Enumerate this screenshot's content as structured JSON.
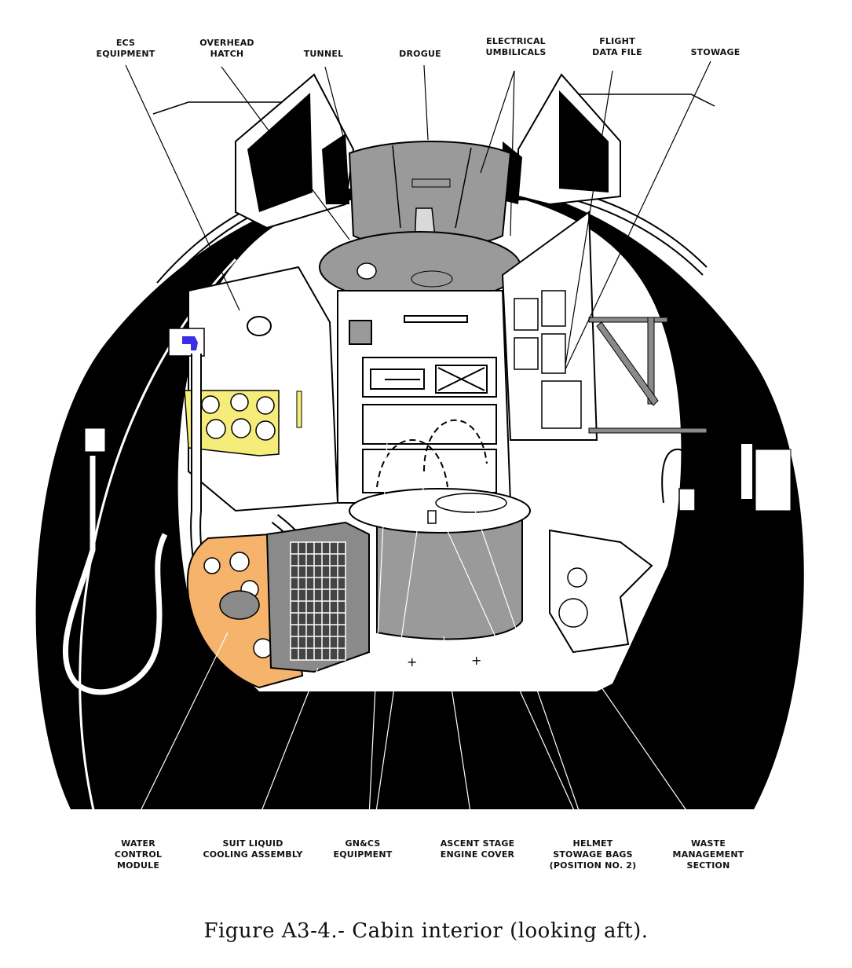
{
  "figure": {
    "caption": "Figure A3-4.- Cabin interior (looking aft).",
    "colors": {
      "background": "#ffffff",
      "ink": "#000000",
      "metal_gray": "#9a9a9a",
      "water_control_module": "#f5b36c",
      "highlight_panel": "#f5ec7a",
      "connector": "#3a2ee8"
    },
    "top_labels": [
      {
        "id": "ecs-equipment",
        "lines": [
          "ECS",
          "EQUIPMENT"
        ]
      },
      {
        "id": "overhead-hatch",
        "lines": [
          "OVERHEAD",
          "HATCH"
        ]
      },
      {
        "id": "tunnel",
        "lines": [
          "TUNNEL"
        ]
      },
      {
        "id": "drogue",
        "lines": [
          "DROGUE"
        ]
      },
      {
        "id": "electrical-umbilicals",
        "lines": [
          "ELECTRICAL",
          "UMBILICALS"
        ]
      },
      {
        "id": "flight-data-file",
        "lines": [
          "FLIGHT",
          "DATA FILE"
        ]
      },
      {
        "id": "stowage",
        "lines": [
          "STOWAGE"
        ]
      }
    ],
    "bottom_labels": [
      {
        "id": "water-control-module",
        "lines": [
          "WATER",
          "CONTROL",
          "MODULE"
        ]
      },
      {
        "id": "suit-liquid-cooling-assembly",
        "lines": [
          "SUIT LIQUID",
          "COOLING ASSEMBLY"
        ]
      },
      {
        "id": "gncs-equipment",
        "lines": [
          "GN&CS",
          "EQUIPMENT"
        ]
      },
      {
        "id": "ascent-stage-engine-cover",
        "lines": [
          "ASCENT STAGE",
          "ENGINE COVER"
        ]
      },
      {
        "id": "helmet-stowage-bags",
        "lines": [
          "HELMET",
          "STOWAGE BAGS",
          "(POSITION NO. 2)"
        ]
      },
      {
        "id": "waste-management-section",
        "lines": [
          "WASTE",
          "MANAGEMENT",
          "SECTION"
        ]
      }
    ]
  }
}
